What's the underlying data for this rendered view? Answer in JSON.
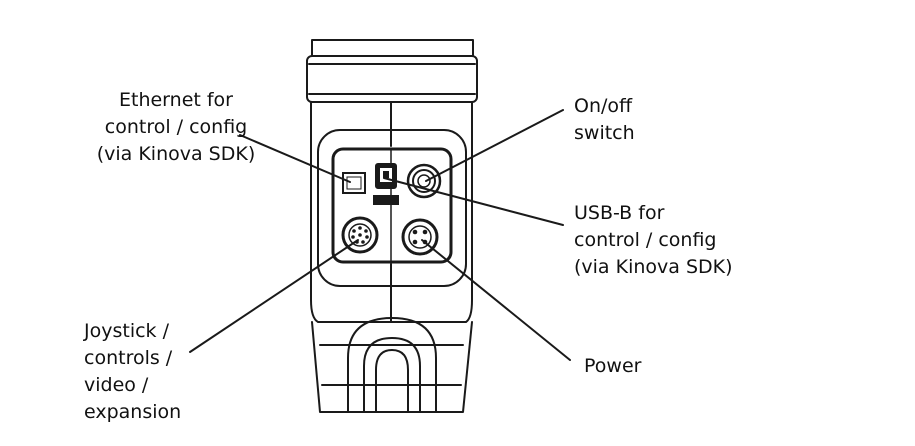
{
  "labels": {
    "ethernet": [
      "Ethernet for",
      "control / config",
      "(via Kinova SDK)"
    ],
    "onoff": [
      "On/off",
      "switch"
    ],
    "usb": [
      "USB-B for",
      "control / config",
      "(via Kinova SDK)"
    ],
    "joystick": [
      "Joystick /",
      "controls /",
      "video /",
      "expansion"
    ],
    "power": [
      "Power"
    ]
  },
  "colors": {
    "stroke": "#1a1a1a",
    "text": "#111111",
    "background": "#ffffff"
  }
}
